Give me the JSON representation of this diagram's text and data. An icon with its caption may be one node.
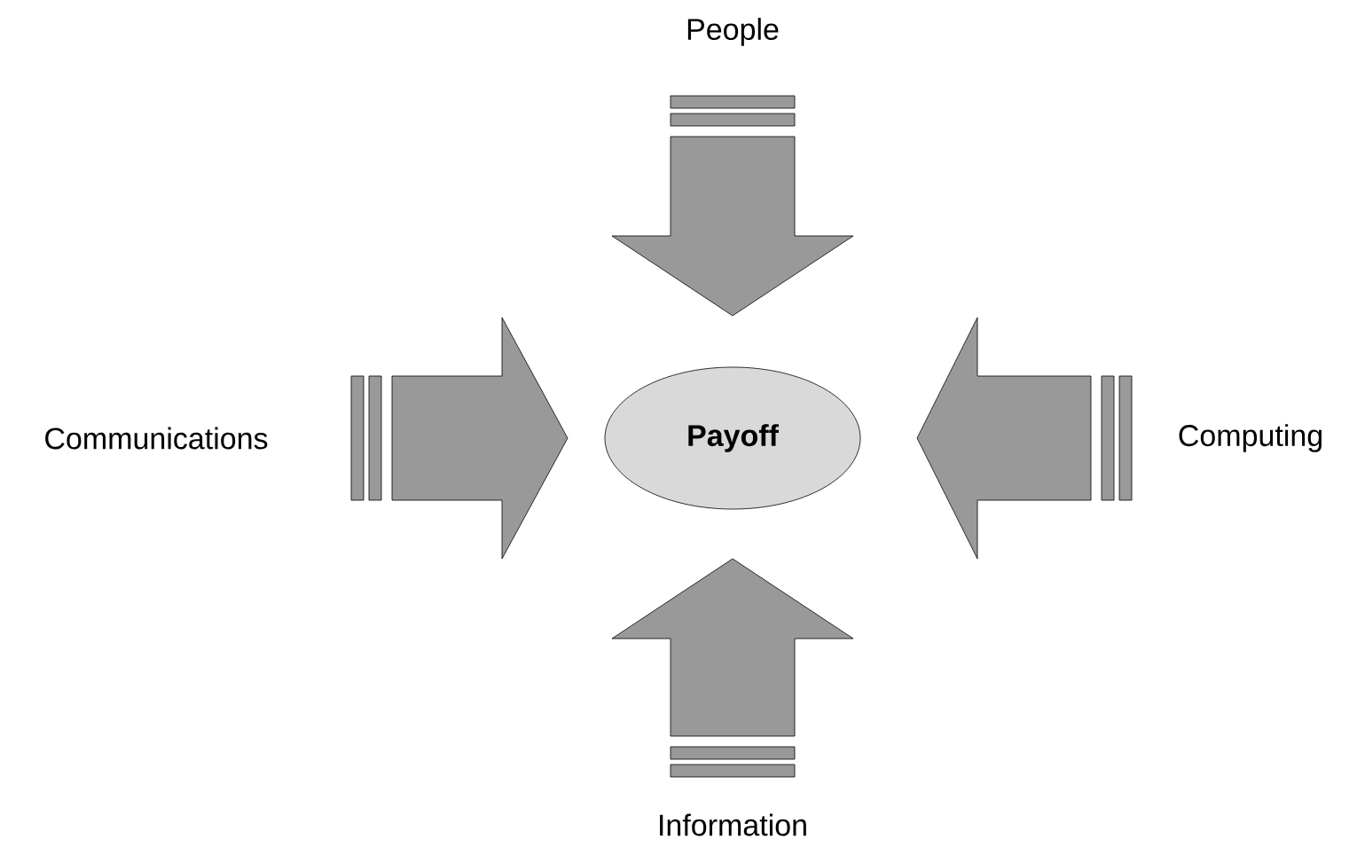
{
  "diagram": {
    "nodes": [
      {
        "text": [
          "People"
        ]
      },
      {
        "text": [
          "Communications"
        ]
      },
      {
        "text": [
          "Payoff"
        ]
      },
      {
        "text": [
          "Computing"
        ]
      },
      {
        "text": [
          "Information"
        ]
      }
    ],
    "edges": [
      {
        "from": 0,
        "to": 2,
        "arrow": "to"
      },
      {
        "from": 1,
        "to": 2,
        "arrow": "to"
      },
      {
        "from": 3,
        "to": 2,
        "arrow": "to"
      },
      {
        "from": 4,
        "to": 2,
        "arrow": "to"
      }
    ]
  }
}
